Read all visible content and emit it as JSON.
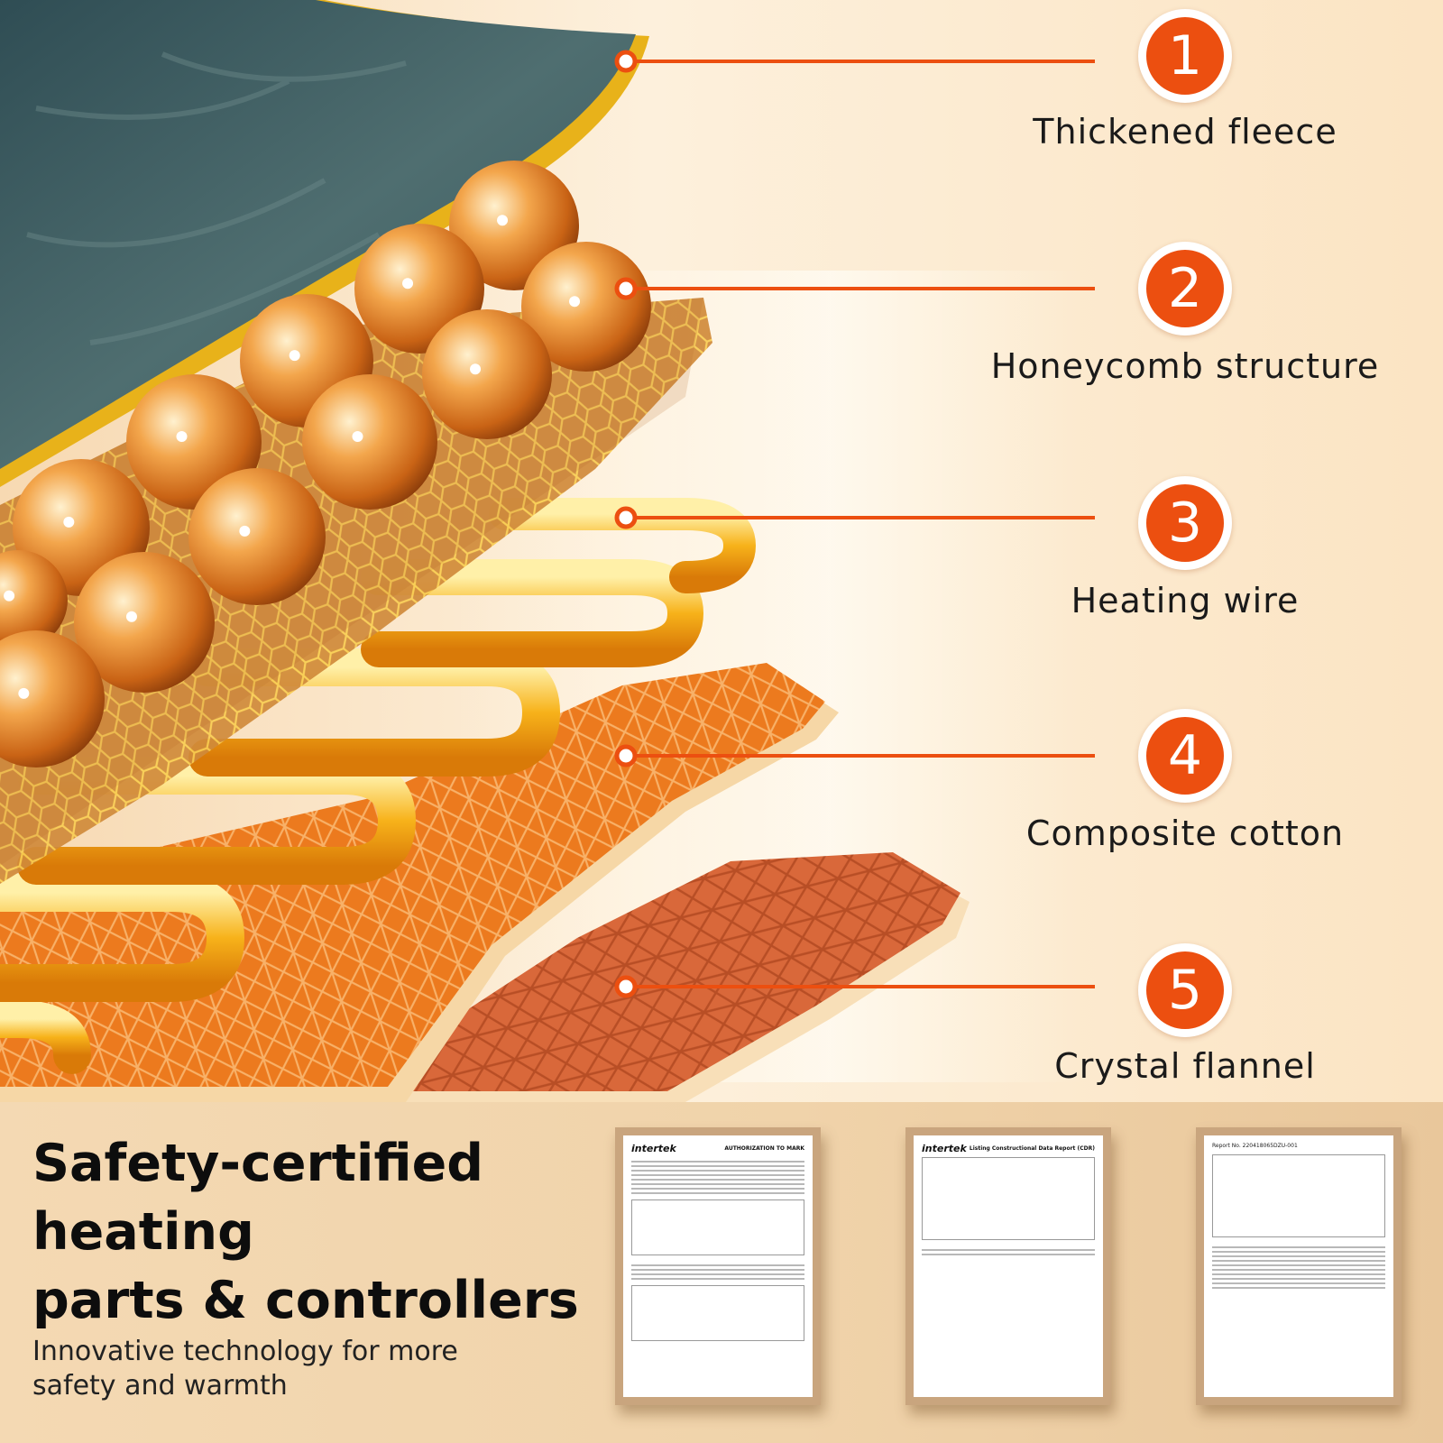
{
  "layers": [
    {
      "number": "1",
      "label": "Thickened fleece"
    },
    {
      "number": "2",
      "label": "Honeycomb structure"
    },
    {
      "number": "3",
      "label": "Heating wire"
    },
    {
      "number": "4",
      "label": "Composite cotton"
    },
    {
      "number": "5",
      "label": "Crystal flannel"
    }
  ],
  "headline": {
    "line1": "Safety-certified",
    "line2": "heating",
    "line3": "parts & controllers"
  },
  "subheadline": {
    "line1": "Innovative technology for more",
    "line2": "safety and warmth"
  },
  "certificates": [
    {
      "brand": "intertek",
      "title": "AUTHORIZATION TO MARK"
    },
    {
      "brand": "intertek",
      "title": "Listing Constructional Data Report (CDR)"
    },
    {
      "brand": "",
      "title": "Report No. 220418065DZU-001"
    }
  ],
  "colors": {
    "accent": "#ec4f10",
    "fleece": "#3e5d62",
    "wire": "#f7b21a",
    "mesh": "#ec7a20"
  }
}
